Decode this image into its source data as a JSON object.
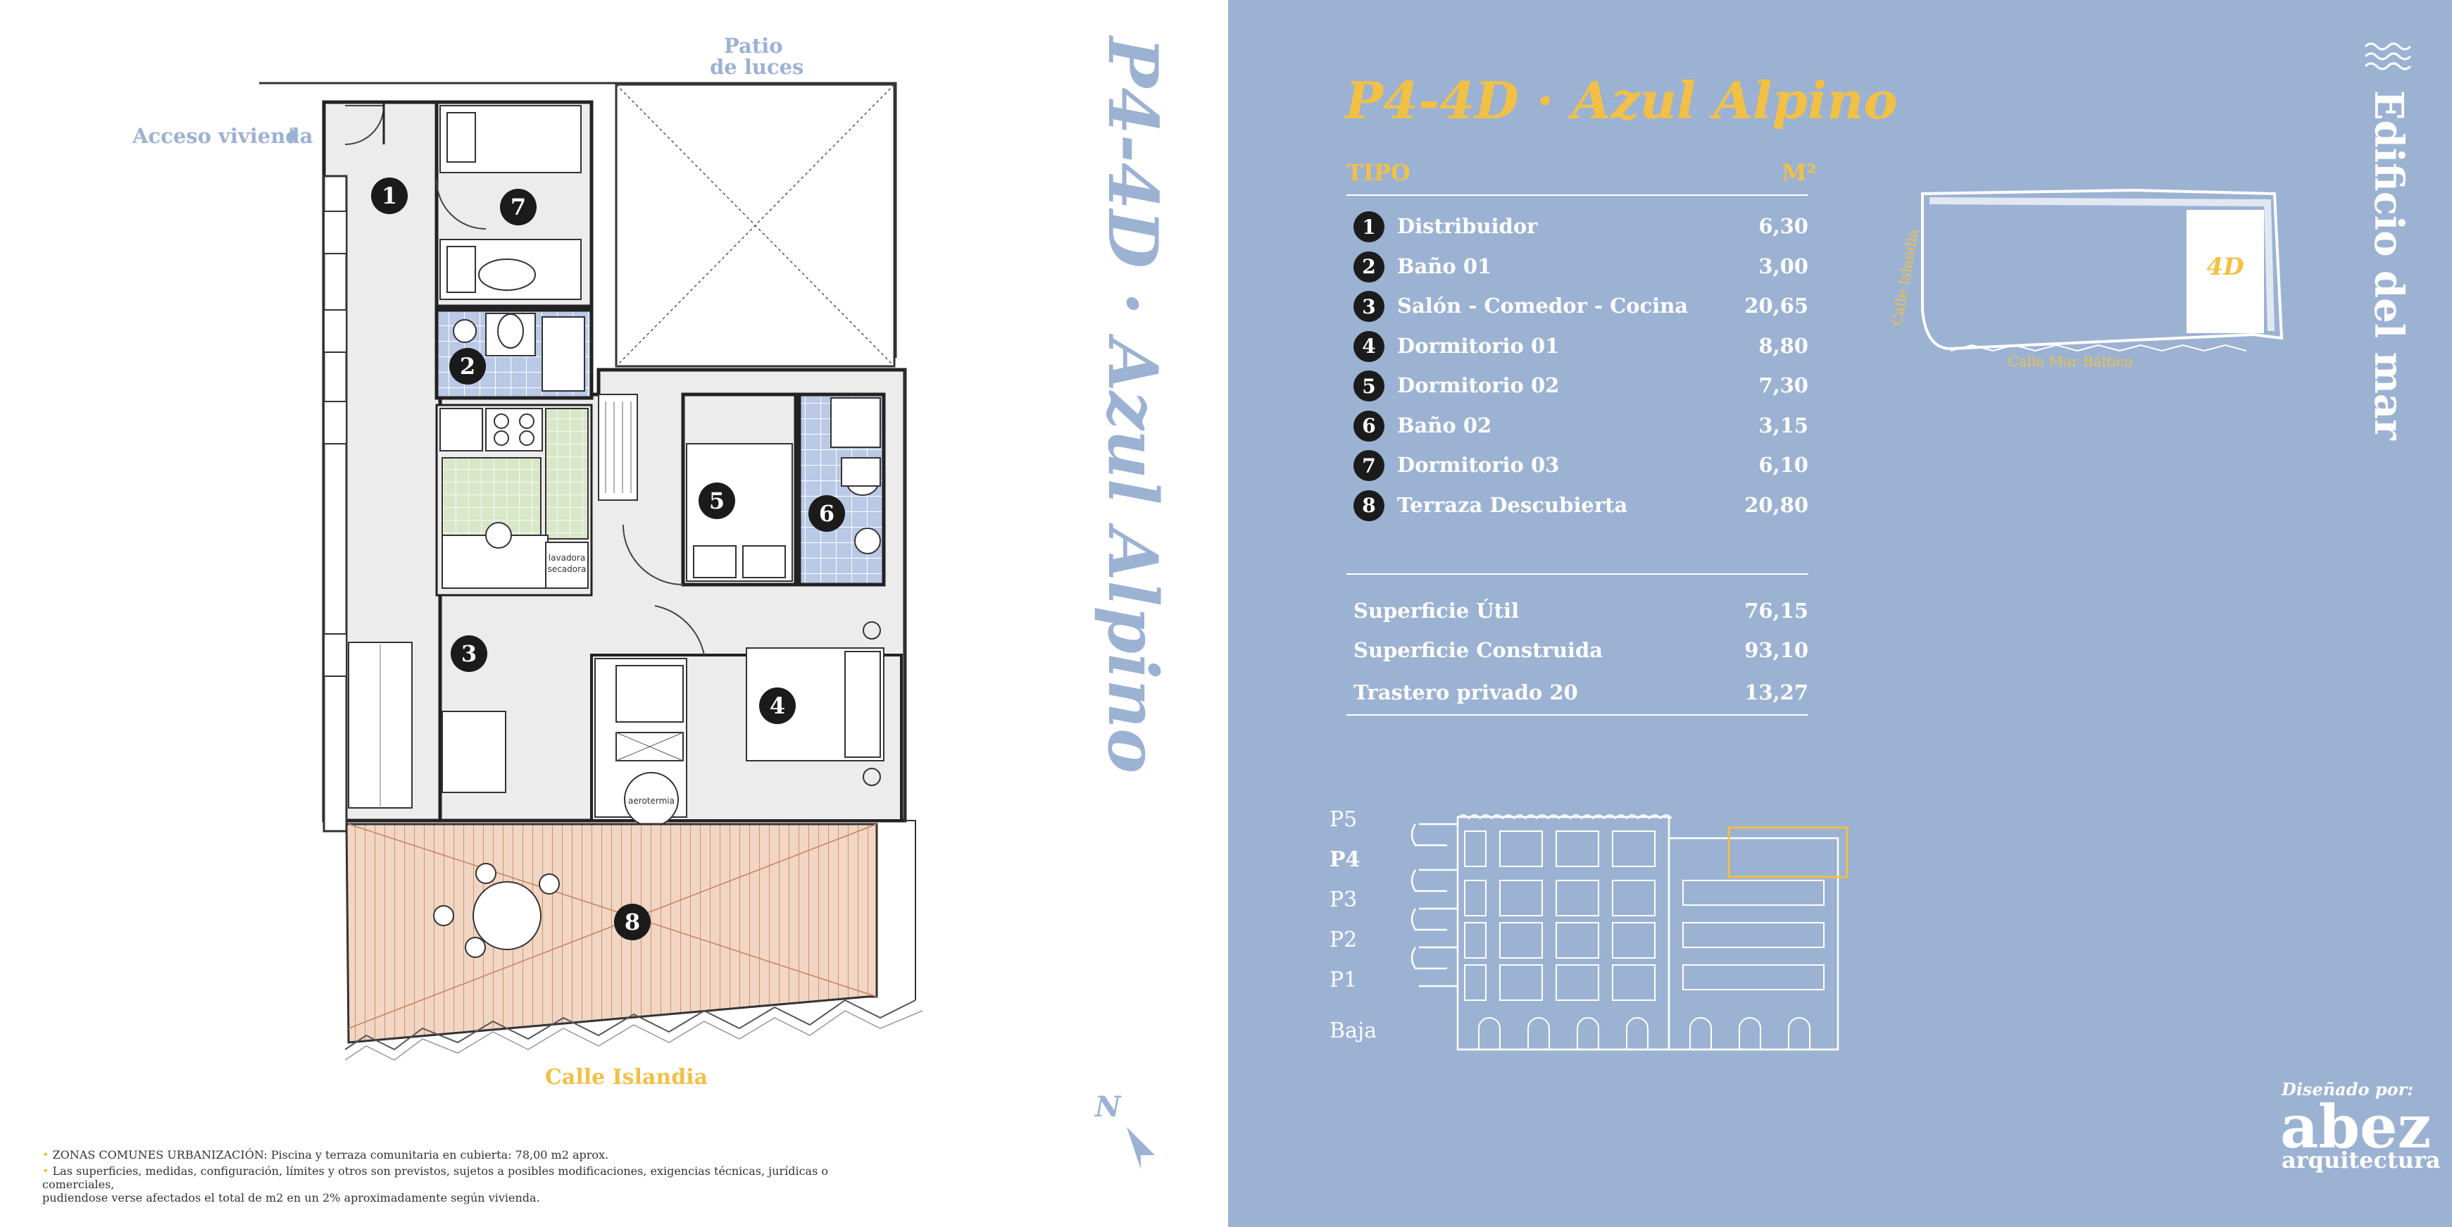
{
  "plan": {
    "patio_label_1": "Patio",
    "patio_label_2": "de luces",
    "access_label": "Acceso vivienda",
    "street_label": "Calle Islandia",
    "room_numbers": [
      "1",
      "2",
      "3",
      "4",
      "5",
      "6",
      "7",
      "8"
    ],
    "appliance_1": "lavadora",
    "appliance_2": "secadora",
    "appliance_3": "aerotermia"
  },
  "vertical_title": "P4-4D · Azul Alpino",
  "north_label": "N",
  "notes": {
    "line1": "ZONAS COMUNES URBANIZACIÓN: Piscina y terraza comunitaria en cubierta: 78,00 m2 aprox.",
    "line2": "Las superficies, medidas, configuración, límites y otros son previstos, sujetos a posibles modificaciones, exigencias técnicas, jurídicas o comerciales,",
    "line3": "pudiendose verse afectados el total de m2  en un 2% aproximadamente según vivienda."
  },
  "panel": {
    "title": "P4-4D · Azul Alpino",
    "col_type": "TIPO",
    "col_area": "M²",
    "rooms": [
      {
        "n": "1",
        "name": "Distribuidor",
        "area": "6,30"
      },
      {
        "n": "2",
        "name": "Baño 01",
        "area": "3,00"
      },
      {
        "n": "3",
        "name": "Salón - Comedor - Cocina",
        "area": "20,65"
      },
      {
        "n": "4",
        "name": "Dormitorio 01",
        "area": "8,80"
      },
      {
        "n": "5",
        "name": "Dormitorio 02",
        "area": "7,30"
      },
      {
        "n": "6",
        "name": "Baño 02",
        "area": "3,15"
      },
      {
        "n": "7",
        "name": "Dormitorio 03",
        "area": "6,10"
      },
      {
        "n": "8",
        "name": "Terraza Descubierta",
        "area": "20,80"
      }
    ],
    "summary": [
      {
        "label": "Superficie Útil",
        "value": "76,15"
      },
      {
        "label": "Superficie Construida",
        "value": "93,10"
      },
      {
        "label": "Trastero privado 20",
        "value": "13,27"
      }
    ],
    "building_name": "Edificio del mar",
    "keyplan": {
      "unit": "4D",
      "street_1": "Calle Islandia",
      "street_2": "Calle Mar Báltico"
    },
    "floors": [
      {
        "label": "P5",
        "active": false
      },
      {
        "label": "P4",
        "active": true
      },
      {
        "label": "P3",
        "active": false
      },
      {
        "label": "P2",
        "active": false
      },
      {
        "label": "P1",
        "active": false
      },
      {
        "label": "Baja",
        "active": false
      }
    ],
    "designed_by": "Diseñado por:",
    "brand": "abez",
    "brand_sub": "arquitectura",
    "colors": {
      "accent": "#f2c045",
      "panel": "#9cb2d3"
    }
  }
}
